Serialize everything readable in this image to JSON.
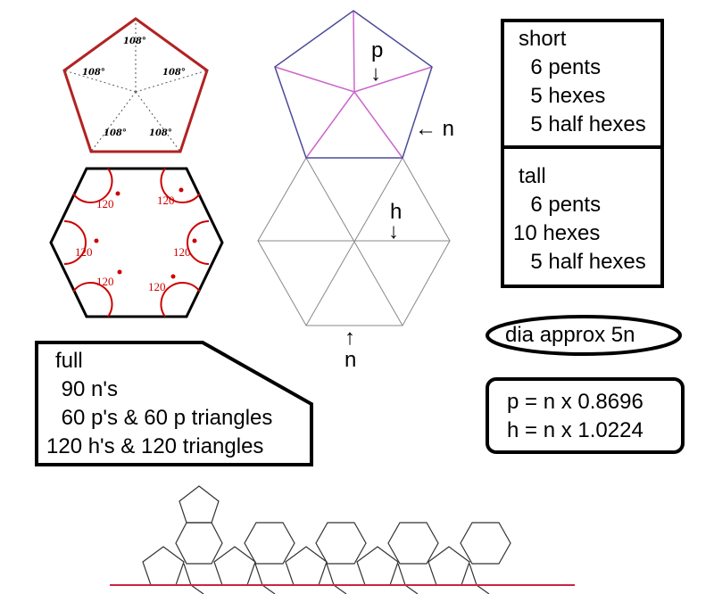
{
  "pentagon_diagram": {
    "angle_labels": [
      "108°",
      "108°",
      "108°",
      "108°",
      "108°"
    ],
    "colors": {
      "outline": "#b22222",
      "spokes": "#555555"
    }
  },
  "hexagon_diagram": {
    "angle_labels": [
      "120",
      "120",
      "120",
      "120",
      "120",
      "120"
    ],
    "colors": {
      "outline": "#000000",
      "arcs": "#cc0000",
      "label": "#cc0000"
    }
  },
  "center_diagram": {
    "label_p": "p",
    "arrow_p": "↓",
    "label_n_right": "← n",
    "label_h": "h",
    "arrow_h": "↓",
    "arrow_n_bottom": "↑",
    "label_n_bottom": "n",
    "colors": {
      "pentagon_outline": "#4b4b9a",
      "pentagon_inner": "#cc66cc",
      "triangles": "#888888"
    }
  },
  "short_box": {
    "lines": [
      "short",
      "  6 pents",
      "  5 hexes",
      "  5 half hexes"
    ]
  },
  "tall_box": {
    "lines": [
      "tall",
      "  6 pents",
      "10 hexes",
      "  5 half hexes"
    ]
  },
  "diameter_note": {
    "text": "dia approx 5n"
  },
  "full_box": {
    "lines": [
      "full",
      " 90 n's",
      " 60 p's & 60 p triangles",
      "120 h's & 120 triangles"
    ]
  },
  "formula_box": {
    "lines": [
      "p = n x 0.8696",
      "h = n x 1.0224"
    ]
  },
  "strip_diagram": {
    "colors": {
      "outline": "#333333",
      "baseline": "#cc2244"
    }
  }
}
